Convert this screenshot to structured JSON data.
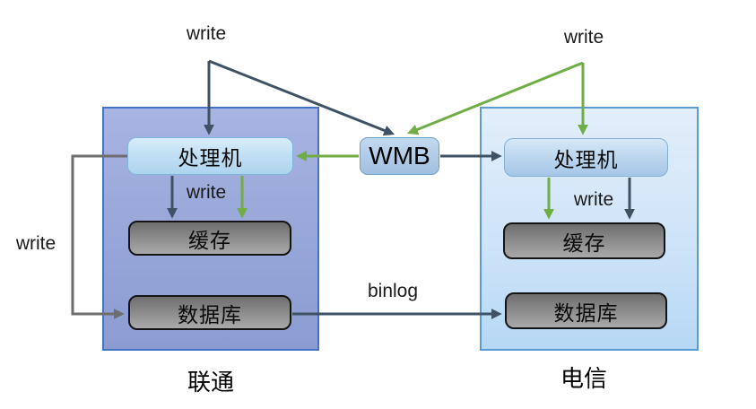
{
  "diagram": {
    "broker": {
      "label": "WMB"
    },
    "groups": {
      "unicom": {
        "label": "联通",
        "processor": "处理机",
        "cache": "缓存",
        "database": "数据库"
      },
      "telecom": {
        "label": "电信",
        "processor": "处理机",
        "cache": "缓存",
        "database": "数据库"
      }
    },
    "edge_labels": {
      "unicom_client_write": "write",
      "telecom_client_write": "write",
      "unicom_cache_write": "write",
      "telecom_cache_write": "write",
      "unicom_db_write": "write",
      "binlog": "binlog"
    },
    "colors": {
      "dark_arrow": "#3f5265",
      "green_arrow": "#70ad47",
      "gray_arrow": "#6e6e6e",
      "unicom_container_fill": "#97a6d8",
      "unicom_container_border": "#4472c4",
      "telecom_container_fill": "#cfe4f8",
      "telecom_container_border": "#5b9bd5",
      "processor_fill": "#c2e0f4",
      "wmb_fill": "#b0cce8",
      "gray_node_fill": "#8f8f8f"
    }
  }
}
